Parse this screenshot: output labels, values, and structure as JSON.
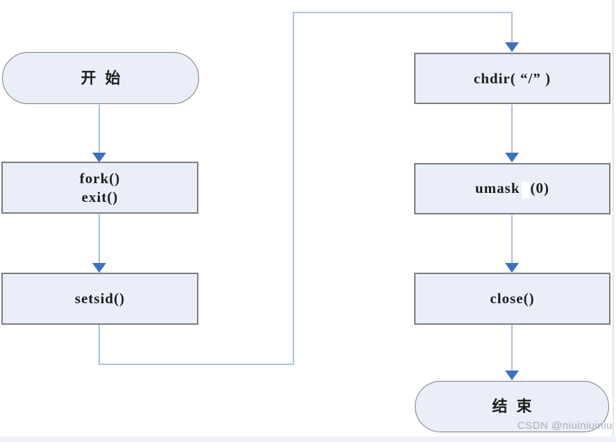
{
  "theme": {
    "node-fill": "#e9eef8",
    "node-border": "#7b7b7b",
    "line-color": "#92afd9",
    "arrow-color": "#3d71bf",
    "text-color": "#1c1c1c",
    "watermark-color": "#a7aeb9",
    "strip-color": "#eef2f8",
    "right-line-color": "#dce6f2"
  },
  "diagram": {
    "type": "flowchart",
    "nodes": {
      "start": {
        "label": "开始",
        "shape": "terminator"
      },
      "fork": {
        "line1": "fork()",
        "line2": "exit()",
        "shape": "process"
      },
      "setsid": {
        "label": "setsid()",
        "shape": "process"
      },
      "chdir": {
        "label": "chdir( “/” )",
        "shape": "process"
      },
      "umask": {
        "name": "umask",
        "arg": "(0)",
        "shape": "process"
      },
      "close": {
        "label": "close()",
        "shape": "process"
      },
      "end": {
        "label": "结束",
        "shape": "terminator"
      }
    },
    "edges": [
      "start -> fork",
      "fork -> setsid",
      "setsid -> chdir (routed bottom-left up over top)",
      "chdir -> umask",
      "umask -> close",
      "close -> end"
    ]
  },
  "watermark": "CSDN @niuiniuiniu"
}
